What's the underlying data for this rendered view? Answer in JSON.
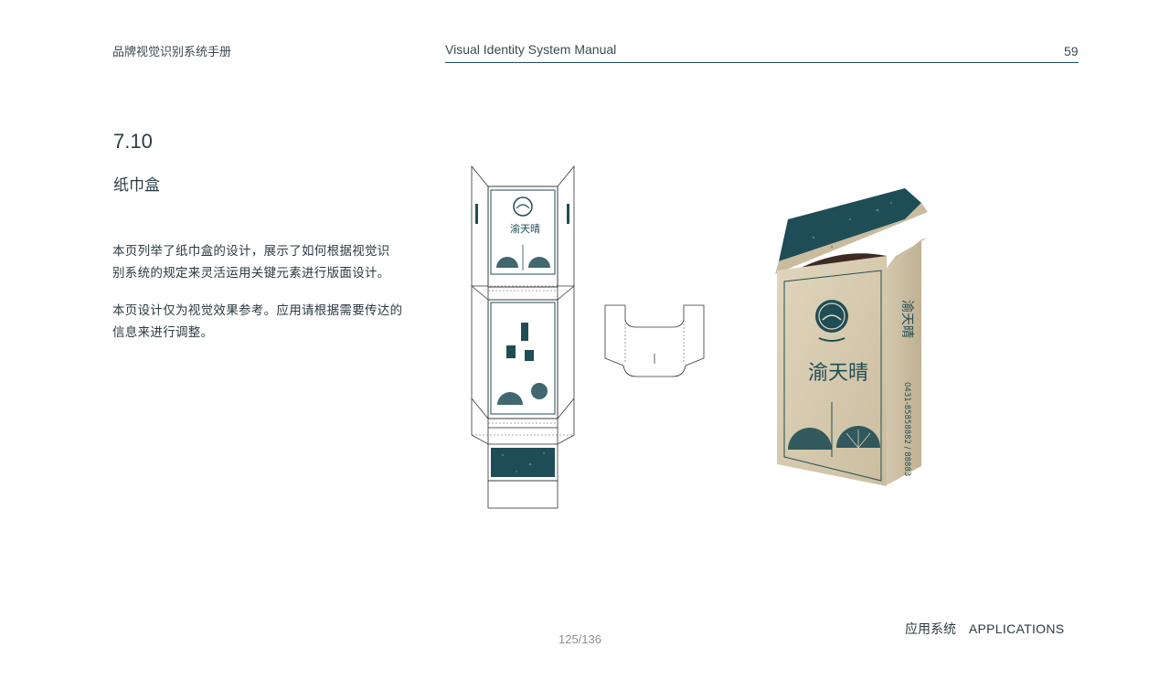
{
  "header": {
    "brand_manual_cn": "品牌视觉识别系统手册",
    "manual_title_en": "Visual Identity System Manual",
    "page_number": "59"
  },
  "section": {
    "number": "7.10",
    "title": "纸巾盒"
  },
  "description": {
    "paragraph_1_line_1": "本页列举了纸巾盒的设计，展示了如何根据视觉识",
    "paragraph_1_line_2": "别系统的规定来灵活运用关键元素进行版面设计。",
    "paragraph_2_line_1": "本页设计仅为视觉效果参考。应用请根据需要传达的",
    "paragraph_2_line_2": "信息来进行调整。"
  },
  "artwork": {
    "brand_name_cn": "渝天晴",
    "phone": "0431-85858882 / 88883",
    "brand_color": "#1f4d55",
    "box_kraft_color": "#d9cdb4"
  },
  "footer": {
    "section_cn": "应用系统",
    "section_en": "APPLICATIONS",
    "page_count": "125/136"
  }
}
